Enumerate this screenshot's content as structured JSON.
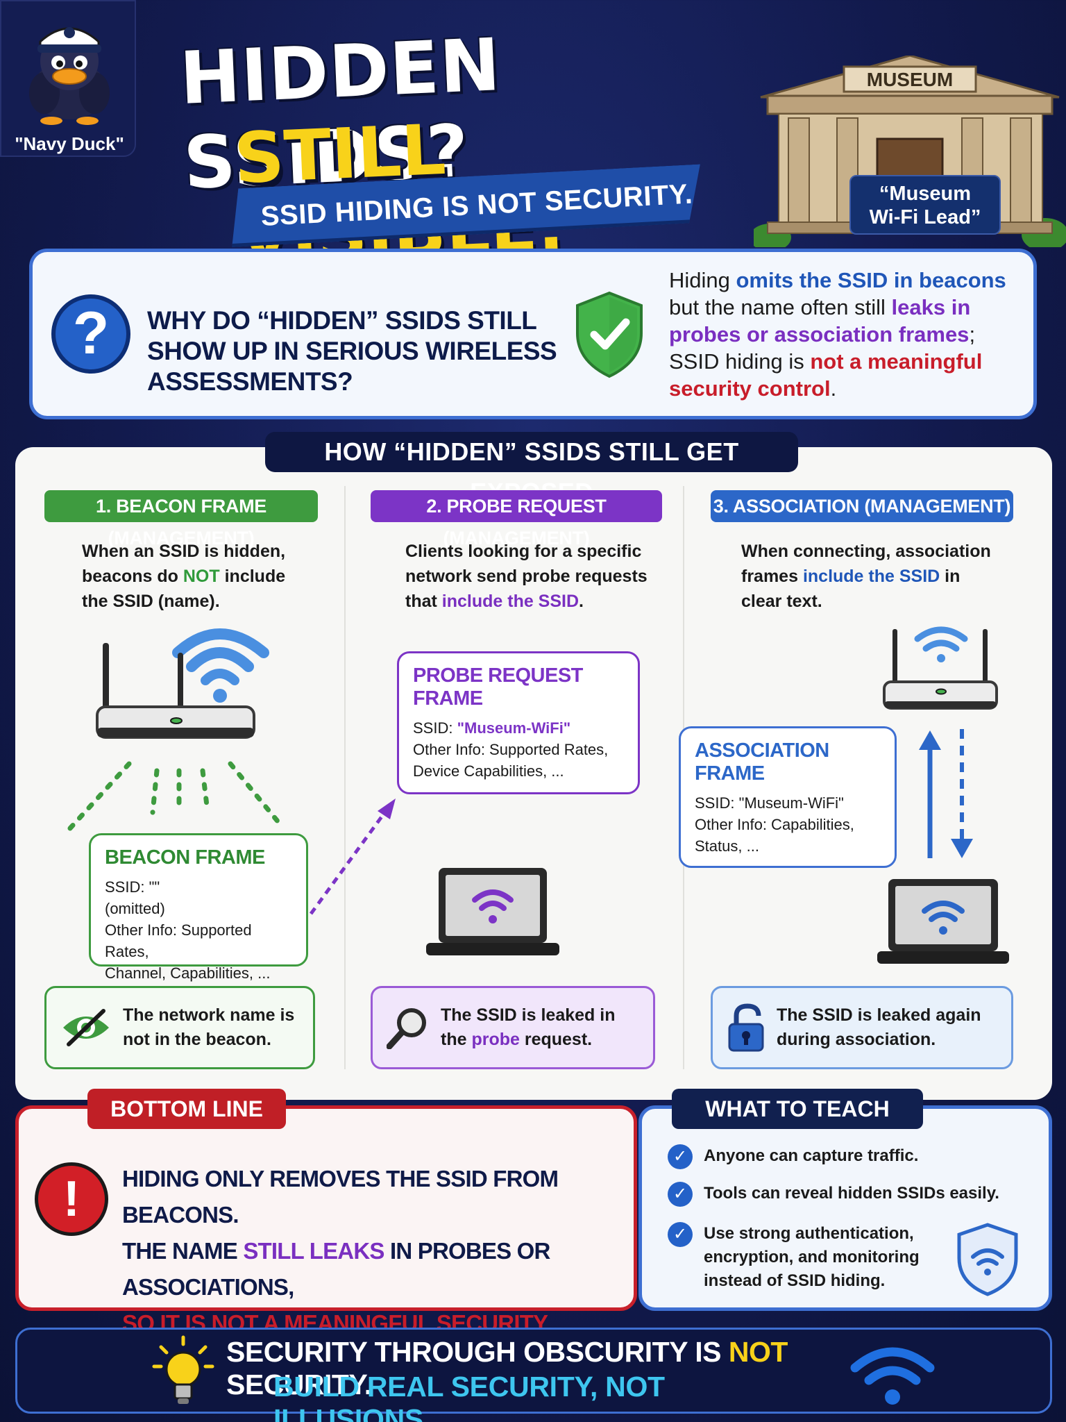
{
  "header": {
    "mascot_label": "\"Navy Duck\"",
    "title_line1": "HIDDEN SSIDS?",
    "title_line2": "STILL VISIBLE.",
    "ribbon": "SSID HIDING IS NOT SECURITY.",
    "museum_sign": "MUSEUM",
    "museum_tag_line1": "“Museum",
    "museum_tag_line2": "Wi-Fi Lead”"
  },
  "question": {
    "icon_glyph": "?",
    "text": "WHY DO “HIDDEN” SSIDS STILL SHOW UP IN SERIOUS WIRELESS ASSESSMENTS?",
    "answer": {
      "p1": "Hiding ",
      "p2": "omits the SSID in beacons",
      "p3": " but the name often still ",
      "p4": "leaks in probes or association frames",
      "p5": "; SSID hiding is ",
      "p6": "not a meaningful security control",
      "p7": "."
    }
  },
  "main": {
    "header": "HOW “HIDDEN” SSIDS STILL GET EXPOSED",
    "steps": [
      {
        "tag": "1. BEACON FRAME (MANAGEMENT)",
        "desc": {
          "a": "When an SSID is hidden, beacons do ",
          "b": "NOT",
          "c": " include the SSID (name)."
        },
        "frame_title": "BEACON FRAME",
        "frame_lines": [
          "SSID: \"\"",
          "(omitted)",
          "Other Info: Supported Rates,",
          "Channel, Capabilities, ..."
        ],
        "note": "The network name is not in the beacon."
      },
      {
        "tag": "2. PROBE REQUEST (MANAGEMENT)",
        "desc": {
          "a": "Clients looking for a specific network send probe requests that ",
          "b": "include the SSID",
          "c": "."
        },
        "frame_title": "PROBE REQUEST FRAME",
        "frame_ssid_label": "SSID: ",
        "frame_ssid_value": "\"Museum-WiFi\"",
        "frame_lines": [
          "Other Info: Supported Rates,",
          "Device Capabilities, ..."
        ],
        "note": {
          "a": "The SSID is leaked in the ",
          "b": "probe",
          "c": " request."
        }
      },
      {
        "tag": "3. ASSOCIATION (MANAGEMENT)",
        "desc": {
          "a": "When connecting, association frames ",
          "b": "include the SSID",
          "c": " in clear text."
        },
        "frame_title": "ASSOCIATION FRAME",
        "frame_lines": [
          "SSID: \"Museum-WiFi\"",
          "Other Info: Capabilities,",
          "Status, ..."
        ],
        "note": "The SSID is leaked again during association."
      }
    ]
  },
  "bottom_line": {
    "tag": "BOTTOM LINE",
    "icon_glyph": "!",
    "line1": "HIDING ONLY REMOVES THE SSID FROM BEACONS.",
    "line2a": "THE NAME ",
    "line2b": "STILL LEAKS",
    "line2c": " IN PROBES OR ASSOCIATIONS,",
    "line3": "SO IT IS NOT A MEANINGFUL SECURITY CONTROL."
  },
  "what_to_teach": {
    "tag": "WHAT TO TEACH",
    "check_glyph": "✓",
    "items": [
      "Anyone can capture traffic.",
      "Tools can reveal hidden SSIDs easily.",
      "Use strong authentication, encryption, and monitoring instead of SSID hiding."
    ]
  },
  "footer": {
    "line1a": "SECURITY THROUGH OBSCURITY IS ",
    "line1b": "NOT",
    "line1c": " SECURITY.",
    "line2": "BUILD REAL SECURITY, NOT ILLUSIONS."
  },
  "colors": {
    "navy": "#121a4d",
    "accent_yellow": "#f8d21a",
    "green": "#3e9b3f",
    "purple": "#7c34c6",
    "blue": "#2c67c8",
    "red": "#c8202b",
    "cyan": "#3ec6ef"
  }
}
